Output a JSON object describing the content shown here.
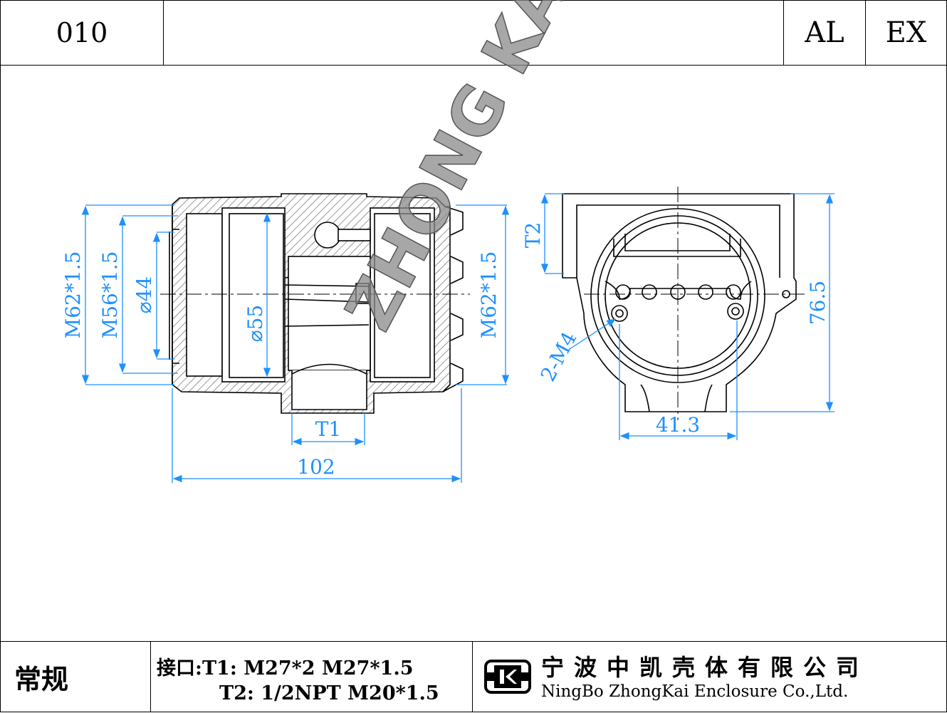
{
  "header": {
    "code": "010",
    "material": "AL",
    "rating": "EX"
  },
  "drawing": {
    "watermark": "ZHONG KAI",
    "colors": {
      "line": "#000000",
      "dimension": "#1e90ff",
      "hatch": "#555555",
      "watermark": "#8a8a8a"
    },
    "dimensions": {
      "m62_left": "M62*1.5",
      "m56": "M56*1.5",
      "d44": "⌀44",
      "d55": "⌀55",
      "m62_right": "M62*1.5",
      "t1": "T1",
      "len102": "102",
      "t2": "T2",
      "h765": "76.5",
      "m4": "2-M4",
      "w413": "41.3"
    }
  },
  "footer": {
    "category": "常规",
    "spec_line1": "接口:T1: M27*2 M27*1.5",
    "spec_line2": "T2: 1/2NPT M20*1.5",
    "company_cn": "宁波中凯壳体有限公司",
    "company_en": "NingBo ZhongKai Enclosure Co.,Ltd.",
    "logo_icon": "zhongkai-logo-icon"
  }
}
